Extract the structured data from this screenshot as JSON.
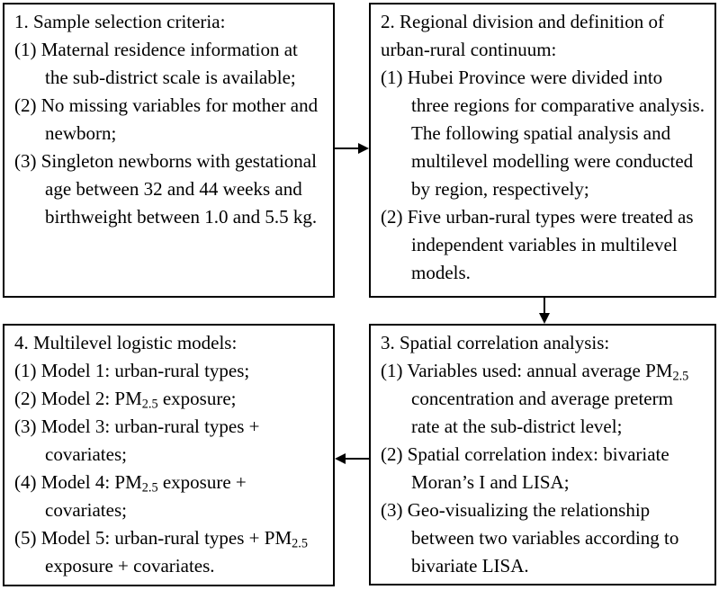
{
  "figure": {
    "background_color": "#ffffff",
    "border_color": "#000000",
    "text_color": "#000000"
  },
  "boxes": [
    {
      "name": "sample-selection-criteria",
      "title_lines": [
        "1. Sample selection criteria:"
      ],
      "items": [
        [
          "(1) Maternal residence information at",
          "the sub-district scale is available;"
        ],
        [
          "(2) No missing variables for mother and",
          "newborn;"
        ],
        [
          "(3) Singleton newborns with gestational",
          "age between 32 and 44 weeks and",
          "birthweight between 1.0 and 5.5 kg."
        ]
      ]
    },
    {
      "name": "regional-division-urban-rural-continuum",
      "title_lines": [
        "2. Regional division and definition of",
        "urban-rural continuum:"
      ],
      "items": [
        [
          "(1) Hubei Province were divided into",
          "three regions for comparative analysis.",
          "The following spatial analysis and",
          "multilevel modelling were conducted",
          "by region, respectively;"
        ],
        [
          "(2) Five urban-rural types were treated as",
          "independent variables in multilevel",
          "models."
        ]
      ]
    },
    {
      "name": "spatial-correlation-analysis",
      "title_lines": [
        "3. Spatial correlation analysis:"
      ],
      "items": [
        [
          "(1) Variables used: annual average PM_{2.5}",
          "concentration and average preterm",
          "rate at the sub-district level;"
        ],
        [
          "(2) Spatial correlation index: bivariate",
          "Moran’s I and LISA;"
        ],
        [
          "(3) Geo-visualizing the relationship",
          "between two variables according to",
          "bivariate LISA."
        ]
      ]
    },
    {
      "name": "multilevel-logistic-models",
      "title_lines": [
        "4. Multilevel logistic models:"
      ],
      "items": [
        [
          "(1) Model 1: urban-rural types;"
        ],
        [
          "(2) Model 2: PM_{2.5} exposure;"
        ],
        [
          "(3) Model 3: urban-rural types +",
          "covariates;"
        ],
        [
          "(4) Model 4: PM_{2.5} exposure +",
          "covariates;"
        ],
        [
          "(5) Model 5: urban-rural types + PM_{2.5}",
          "exposure + covariates."
        ]
      ]
    }
  ],
  "arrows": [
    {
      "from": "sample-selection-criteria",
      "to": "regional-division-urban-rural-continuum",
      "direction": "right"
    },
    {
      "from": "regional-division-urban-rural-continuum",
      "to": "spatial-correlation-analysis",
      "direction": "down"
    },
    {
      "from": "spatial-correlation-analysis",
      "to": "multilevel-logistic-models",
      "direction": "left"
    }
  ]
}
